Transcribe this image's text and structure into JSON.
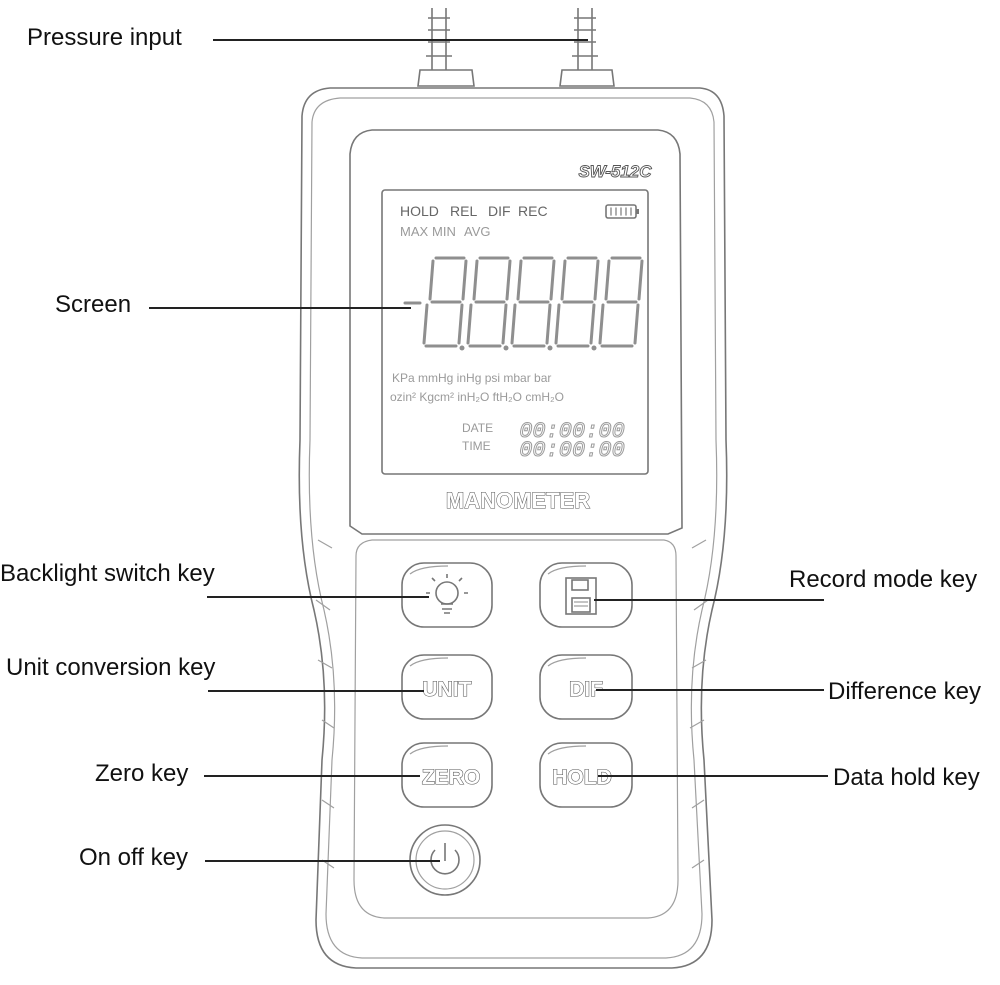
{
  "device": {
    "model": "SW-512C",
    "name": "MANOMETER",
    "lcd": {
      "status_row_1": [
        "HOLD",
        "REL",
        "DIF",
        "REC"
      ],
      "status_row_2": [
        "MAX",
        "MIN",
        "AVG"
      ],
      "units_row_1": "KPa  mmHg  inHg  psi  mbar  bar",
      "units_row_2": "ozin²  Kgcm²  inH₂O  ftH₂O  cmH₂O",
      "date_label": "DATE",
      "time_label": "TIME",
      "date_value": "00:00:00",
      "time_value": "00:00:00"
    },
    "keys": {
      "unit": "UNIT",
      "dif": "DIF",
      "zero": "ZERO",
      "hold": "HOLD"
    }
  },
  "callouts": {
    "pressure_input": "Pressure input",
    "screen": "Screen",
    "backlight_switch_key": "Backlight switch key",
    "record_mode_key": "Record mode key",
    "unit_conversion_key": "Unit conversion key",
    "difference_key": "Difference key",
    "zero_key": "Zero key",
    "data_hold_key": "Data hold key",
    "on_off_key": "On off key"
  }
}
